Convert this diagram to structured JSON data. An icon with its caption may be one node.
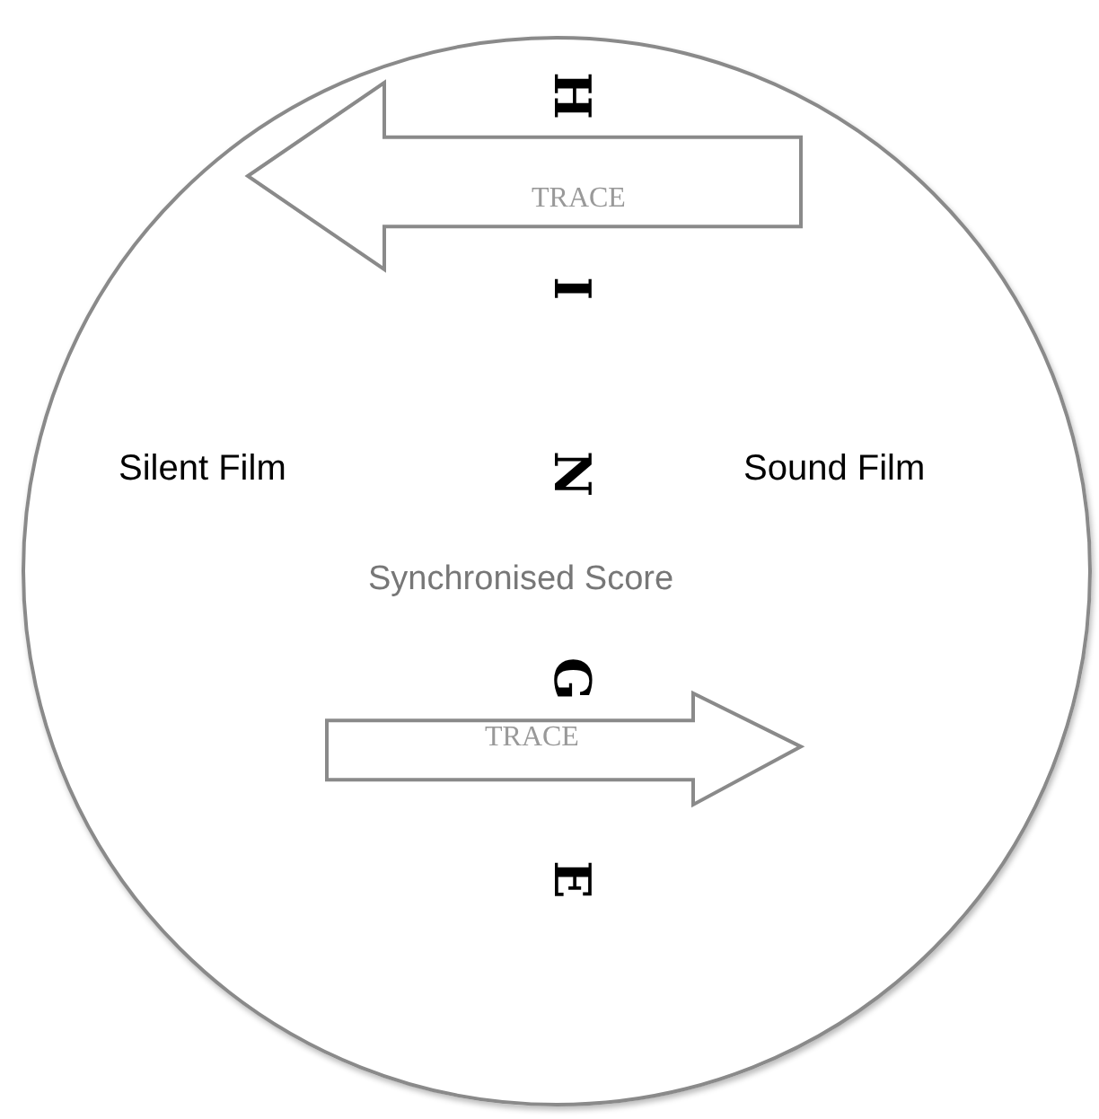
{
  "diagram": {
    "nodes": [
      {
        "text": [
          "H",
          "I",
          "N",
          "G",
          "E",
          "Silent Film",
          "Sound Film",
          "Synchronised Score"
        ]
      },
      {
        "text": [
          "TRACE"
        ],
        "in": 0
      },
      {
        "text": [
          "TRACE"
        ],
        "in": 0
      }
    ]
  }
}
